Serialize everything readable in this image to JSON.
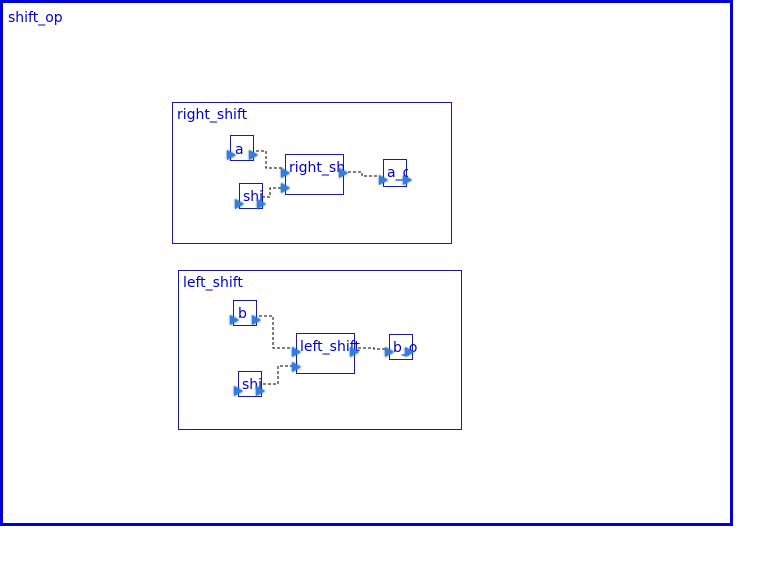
{
  "diagram": {
    "title": "shift_op",
    "groups": {
      "right_shift": {
        "label": "right_shift",
        "inputs": {
          "a": "a",
          "shift": "shift"
        },
        "block": "right_shift",
        "output": "a_o"
      },
      "left_shift": {
        "label": "left_shift",
        "inputs": {
          "b": "b",
          "shift": "shift"
        },
        "block": "left_shift",
        "output": "b_o"
      }
    }
  },
  "colors": {
    "border": "#0000dd",
    "node_border": "#1a1aa6",
    "text": "#0000cc",
    "port": "#2f7fe0",
    "wire": "#000000"
  }
}
